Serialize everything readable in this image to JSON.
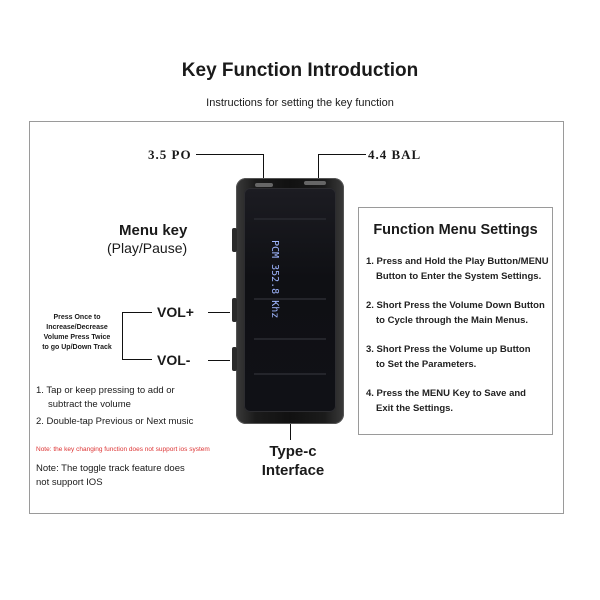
{
  "header": {
    "title": "Key Function Introduction",
    "subtitle": "Instructions for setting the key function"
  },
  "ports": {
    "left": "3.5 PO",
    "right": "4.4 BAL",
    "bottom_line1": "Type-c",
    "bottom_line2": "Interface"
  },
  "device": {
    "screen_text": "PCM 352.8 Khz"
  },
  "keys": {
    "menu_line1": "Menu key",
    "menu_line2": "(Play/Pause)",
    "vol_plus": "VOL+",
    "vol_minus": "VOL-",
    "press_note_line1": "Press Once to",
    "press_note_line2": "Increase/Decrease",
    "press_note_line3": "Volume Press Twice",
    "press_note_line4": "to go Up/Down Track"
  },
  "instructions": {
    "item1_line1": "1.  Tap or keep pressing to add or",
    "item1_line2": "subtract the volume",
    "item2": "2.  Double-tap Previous or Next music",
    "red_note": "Note: the key changing function does not support ios system",
    "note_line1": "Note: The toggle track feature does",
    "note_line2": "not support IOS"
  },
  "function_menu": {
    "title": "Function Menu Settings",
    "items": [
      {
        "line1": "1. Press and Hold the Play Button/MENU",
        "line2": "Button to Enter the System Settings."
      },
      {
        "line1": "2. Short Press the Volume Down Button",
        "line2": "to Cycle through the Main Menus."
      },
      {
        "line1": "3. Short Press the Volume up Button",
        "line2": "to Set the Parameters."
      },
      {
        "line1": "4. Press the MENU Key to Save and",
        "line2": "Exit the Settings."
      }
    ]
  }
}
